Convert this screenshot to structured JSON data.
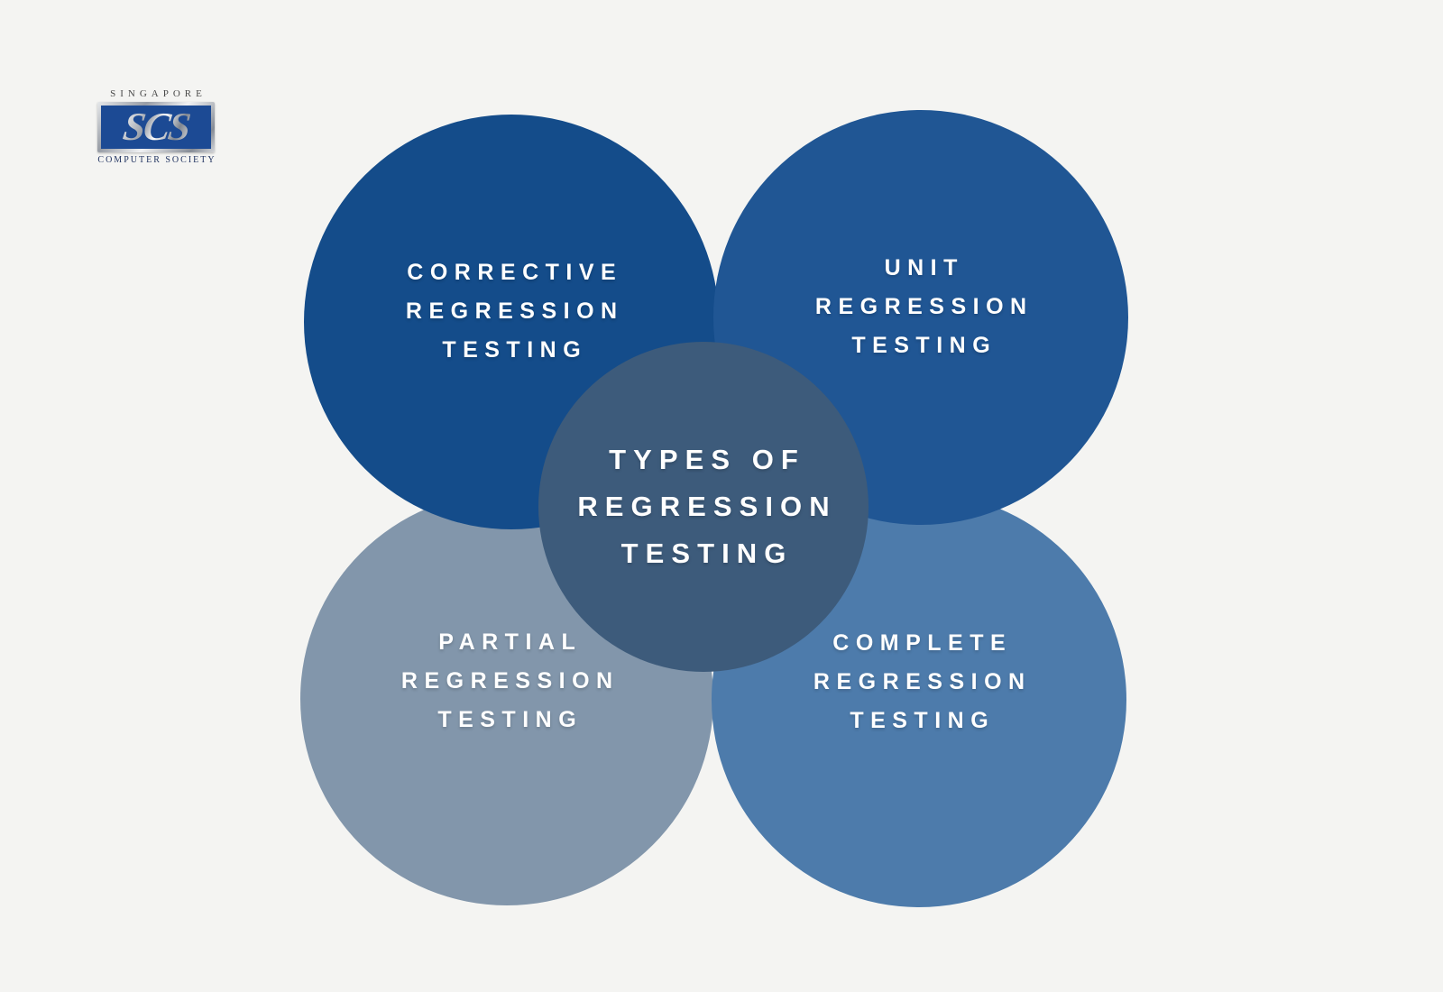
{
  "page": {
    "background_color": "#f4f4f2"
  },
  "logo": {
    "top_text": "SINGAPORE",
    "acronym": "SCS",
    "bottom_text": "COMPUTER SOCIETY",
    "emblem_background": "#1c4a94",
    "metal_color": "#b9bec7",
    "text_color": "#223461"
  },
  "diagram": {
    "title": "TYPES OF REGRESSION TESTING",
    "center": {
      "lines": [
        "TYPES OF",
        "REGRESSION",
        "TESTING"
      ],
      "color": "#3d5b7b",
      "text_color": "#ffffff"
    },
    "circles": [
      {
        "id": "corrective-regression-testing",
        "position": "top-left",
        "lines": [
          "CORRECTIVE",
          "REGRESSION",
          "TESTING"
        ],
        "color": "#144c8a",
        "text_color": "#ffffff"
      },
      {
        "id": "unit-regression-testing",
        "position": "top-right",
        "lines": [
          "UNIT",
          "REGRESSION",
          "TESTING"
        ],
        "color": "#205694",
        "text_color": "#ffffff"
      },
      {
        "id": "partial-regression-testing",
        "position": "bottom-left",
        "lines": [
          "PARTIAL",
          "REGRESSION",
          "TESTING"
        ],
        "color": "#8296ab",
        "text_color": "#ffffff"
      },
      {
        "id": "complete-regression-testing",
        "position": "bottom-right",
        "lines": [
          "COMPLETE",
          "REGRESSION",
          "TESTING"
        ],
        "color": "#4d7bab",
        "text_color": "#ffffff"
      }
    ]
  }
}
